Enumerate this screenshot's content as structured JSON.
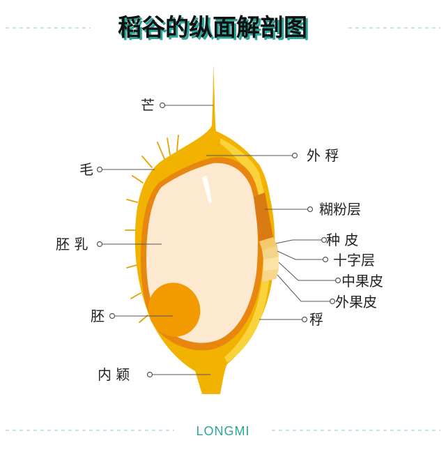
{
  "title": "稻谷的纵面解剖图",
  "brand": "LONGMI",
  "labels": {
    "awn": "芒",
    "hair": "毛",
    "endosperm": "胚 乳",
    "embryo": "胚",
    "palea": "内 颖",
    "lemma": "外 稃",
    "aleurone": "糊粉层",
    "seed_coat": "种  皮",
    "cross_layer": "十字层",
    "mesocarp": "中果皮",
    "exocarp": "外果皮",
    "glume": "稃"
  },
  "colors": {
    "accent": "#2aa69a",
    "hull_gold": "#f2b300",
    "hull_light": "#f9d23c",
    "endosperm": "#fde9cf",
    "embryo": "#f39a00",
    "aleurone": "#d97a12",
    "line": "#555555"
  }
}
